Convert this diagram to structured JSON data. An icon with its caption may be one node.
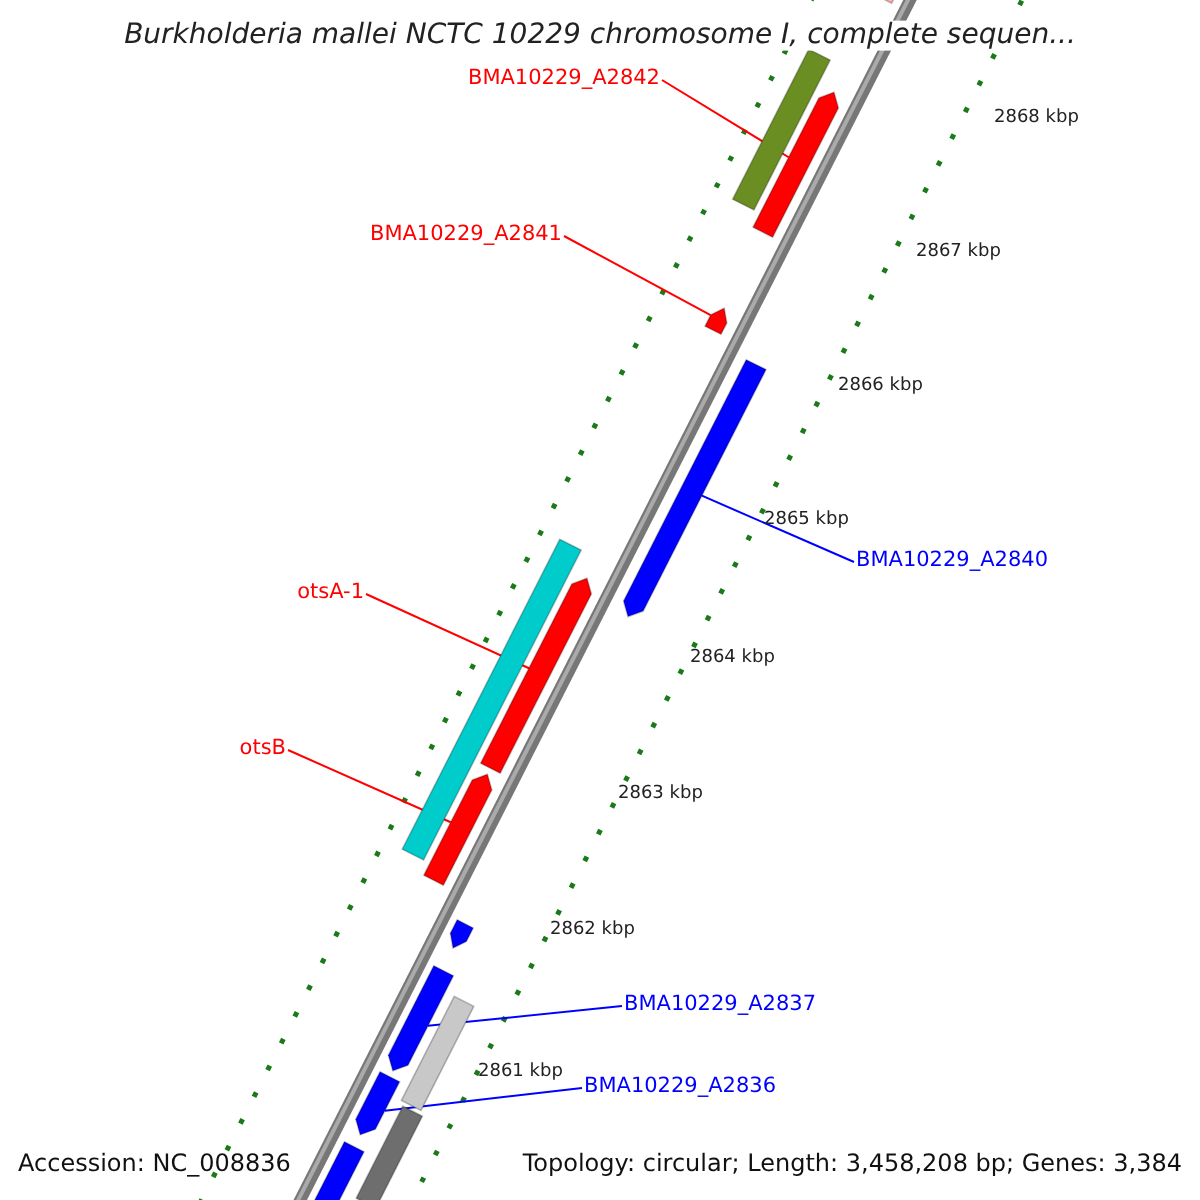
{
  "diagram": {
    "title": "Burkholderia mallei NCTC 10229 chromosome I, complete sequen...",
    "nodes": [
      {
        "text": [
          "BMA10229_A2842"
        ]
      },
      {
        "text": [],
        "shape": "bar"
      },
      {
        "text": [
          "BMA10229_A2841"
        ]
      },
      {
        "text": [],
        "shape": "bar"
      },
      {
        "text": [
          "BMA10229_A2840"
        ]
      },
      {
        "text": [],
        "shape": "bar"
      },
      {
        "text": [
          "otsA-1"
        ]
      },
      {
        "text": [],
        "shape": "bar"
      },
      {
        "text": [
          "otsB"
        ]
      },
      {
        "text": [],
        "shape": "bar"
      },
      {
        "text": [
          "BMA10229_A2837"
        ]
      },
      {
        "text": [],
        "shape": "bar"
      },
      {
        "text": [
          "BMA10229_A2836"
        ]
      },
      {
        "text": [],
        "shape": "bar"
      },
      {
        "text": [],
        "shape": "bar"
      },
      {
        "text": [],
        "shape": "bar"
      },
      {
        "text": [],
        "shape": "bar"
      },
      {
        "text": [],
        "shape": "bar"
      },
      {
        "text": [],
        "shape": "bar"
      },
      {
        "text": [],
        "shape": "bar"
      },
      {
        "text": [],
        "shape": "bar"
      }
    ],
    "edges": [
      {
        "from": 0,
        "to": 1,
        "arrow": "none",
        "color": "#ff0000"
      },
      {
        "from": 2,
        "to": 3,
        "arrow": "none",
        "color": "#ff0000"
      },
      {
        "from": 4,
        "to": 5,
        "arrow": "none",
        "color": "#0000ff"
      },
      {
        "from": 6,
        "to": 7,
        "arrow": "none",
        "color": "#ff0000"
      },
      {
        "from": 8,
        "to": 9,
        "arrow": "none",
        "color": "#ff0000"
      },
      {
        "from": 10,
        "to": 11,
        "arrow": "none",
        "color": "#0000ff"
      },
      {
        "from": 12,
        "to": 13,
        "arrow": "none",
        "color": "#0000ff"
      }
    ],
    "labels": [
      "2868 kbp",
      "2867 kbp",
      "2866 kbp",
      "2865 kbp",
      "2864 kbp",
      "2863 kbp",
      "2862 kbp",
      "2861 kbp",
      "Accession: NC_008836",
      "Topology: circular; Length: 3,458,208 bp; Genes: 3,384"
    ]
  }
}
